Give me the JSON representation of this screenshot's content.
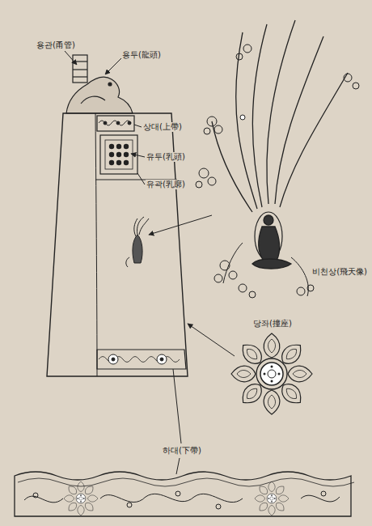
{
  "diagram": {
    "labels": [
      "용관(甬管)",
      "용두(龍頭)",
      "상대(上帶)",
      "유두(乳頭)",
      "유곽(乳廓)",
      "당좌(撞座)",
      "비천상(飛天像)",
      "하대(下帶)"
    ]
  }
}
